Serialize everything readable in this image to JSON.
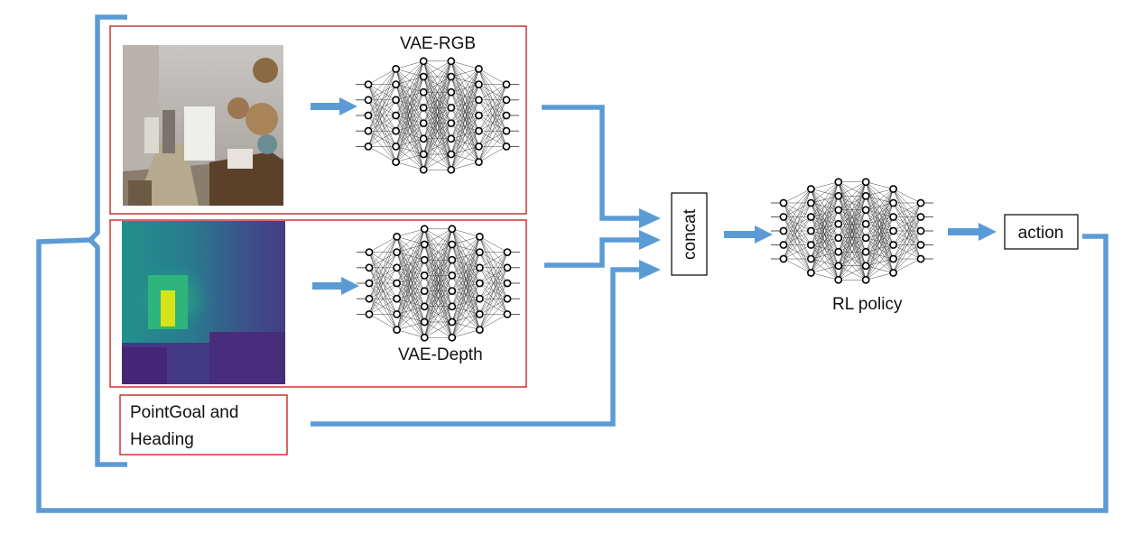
{
  "labels": {
    "vae_rgb": "VAE-RGB",
    "vae_depth": "VAE-Depth",
    "pointgoal_line1": "PointGoal and",
    "pointgoal_line2": "Heading",
    "concat": "concat",
    "rl_policy": "RL policy",
    "action": "action"
  },
  "networks": {
    "layer_node_counts": [
      5,
      7,
      8,
      8,
      7,
      5
    ]
  },
  "colors": {
    "flow": "#5b9bd5",
    "input_box_border": "#c00000",
    "node_stroke": "#000000"
  }
}
